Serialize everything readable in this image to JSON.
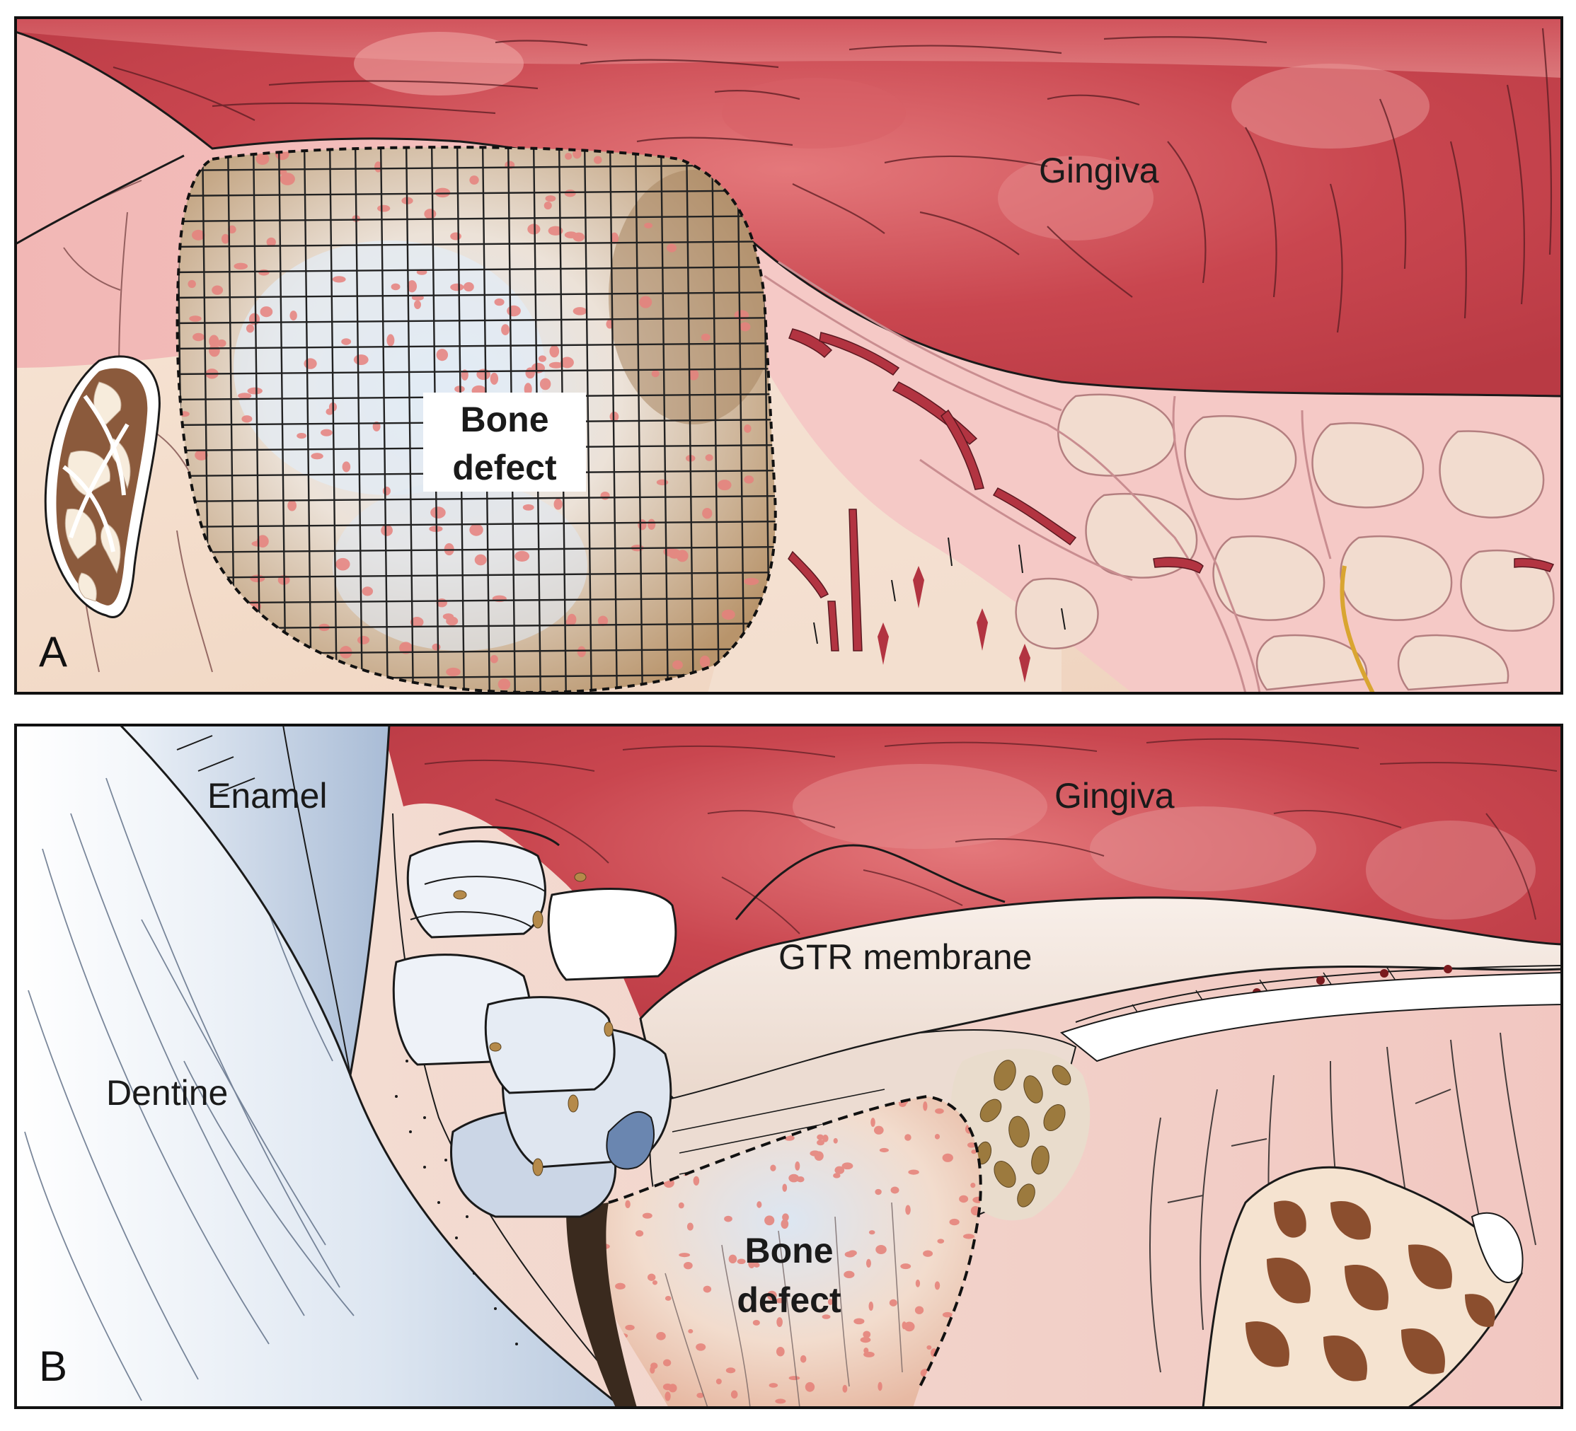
{
  "panels": [
    {
      "letter": "A",
      "labels": {
        "gingiva": "Gingiva",
        "bone_defect_line1": "Bone",
        "bone_defect_line2": "defect"
      }
    },
    {
      "letter": "B",
      "labels": {
        "enamel": "Enamel",
        "gingiva": "Gingiva",
        "gtr_membrane": "GTR membrane",
        "dentine": "Dentine",
        "bone_defect_line1": "Bone",
        "bone_defect_line2": "defect"
      }
    }
  ],
  "colors": {
    "gingiva": "#c9464f",
    "gingiva_light": "#e58a8c",
    "bone": "#f1d9c4",
    "tissue_pink": "#f3c3c3",
    "tooth_blue": "#d6e0ee",
    "mesh_lines": "#222222",
    "outline": "#1a1a1a"
  }
}
